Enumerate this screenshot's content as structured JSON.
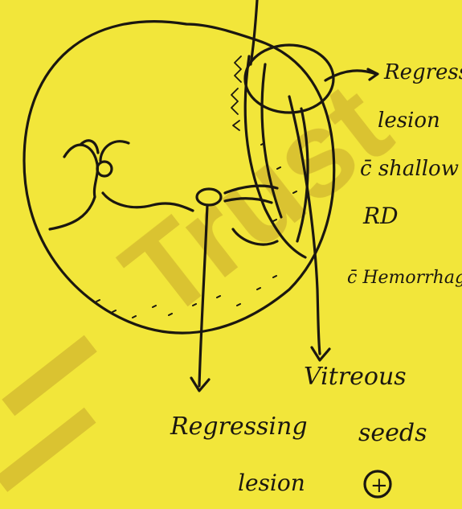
{
  "colors": {
    "paper": "#f2e63a",
    "ink": "#1b1710",
    "watermark": "#b89a2a"
  },
  "watermark": {
    "text": "Trust"
  },
  "labels": {
    "right_1": "Regress",
    "right_2": "lesion",
    "right_3": "c̄ shallow",
    "right_4": "RD",
    "right_5": "c̄ Hemorrhage",
    "vitreous_1": "Vitreous",
    "vitreous_2": "seeds",
    "regressing_1": "Regressing",
    "regressing_2": "lesion",
    "plus_sign": "+"
  }
}
